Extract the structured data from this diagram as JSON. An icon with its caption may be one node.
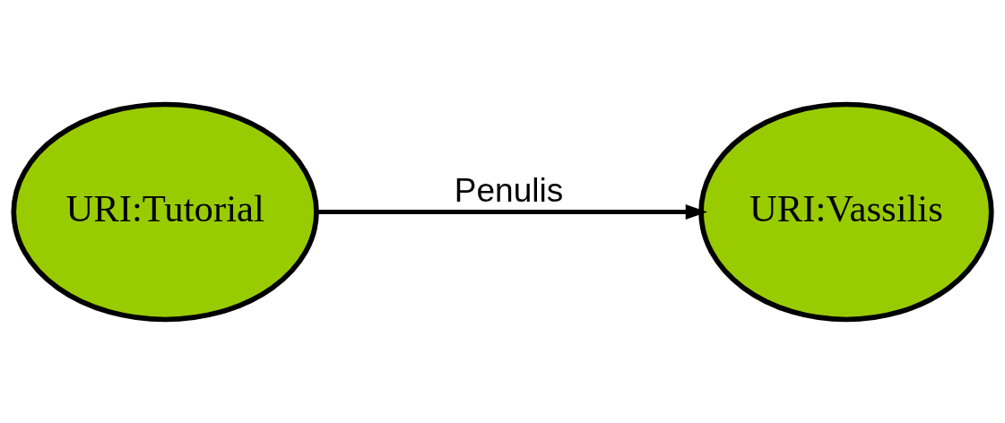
{
  "diagram": {
    "nodes": [
      {
        "text": [
          "URI:Tutorial"
        ]
      },
      {
        "text": [
          "URI:Vassilis"
        ]
      }
    ],
    "edges": [
      {
        "from": 0,
        "to": 1,
        "label": "Penulis",
        "arrow": "to"
      }
    ]
  }
}
